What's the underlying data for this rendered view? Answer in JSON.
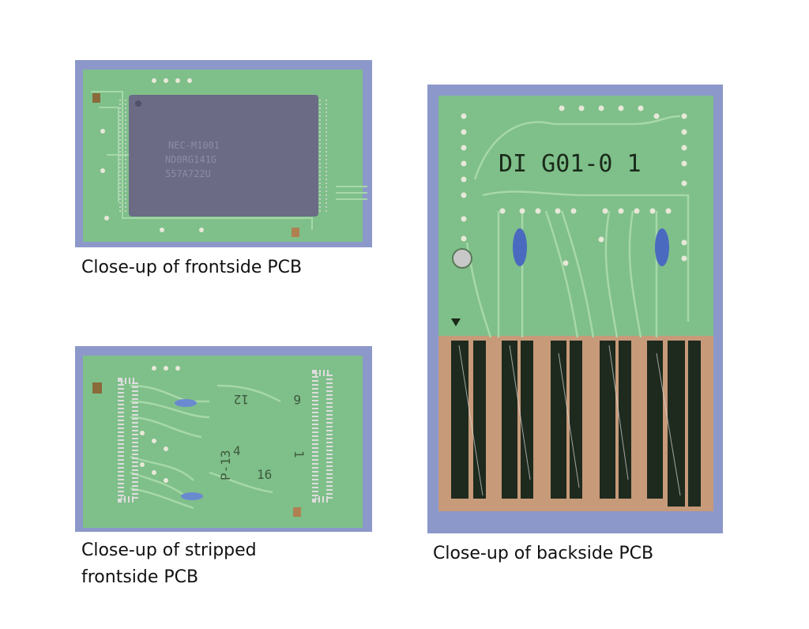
{
  "figures": [
    {
      "caption": "Close-up of frontside PCB",
      "chip_text": [
        "NEC-M1001",
        "ND0RG141G",
        "557A722U"
      ]
    },
    {
      "caption": "Close-up of stripped\nfrontside PCB",
      "silkscreen": [
        "12",
        "6",
        "P-13",
        "4",
        "16",
        "1"
      ]
    },
    {
      "caption": "Close-up of backside PCB",
      "silkscreen": "DI G01-0 1"
    }
  ],
  "colors": {
    "board": "#7fbf8a",
    "trace": "#9fd4a3",
    "chip": "#6b6b86",
    "gold": "#c79a7a",
    "backdrop": "#8c98c9"
  }
}
